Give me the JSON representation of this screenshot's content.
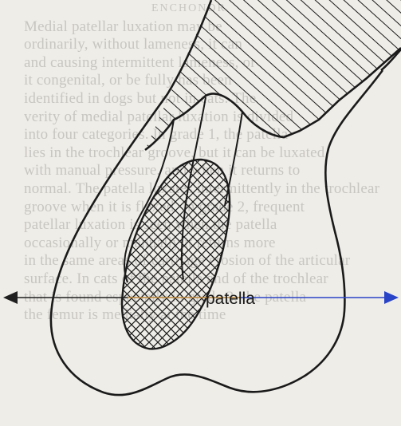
{
  "diagram": {
    "label": "patella",
    "colors": {
      "outline": "#1a1a1a",
      "axis_left": "#1f1f1f",
      "axis_right": "#2a44c8",
      "axis_mid": "#c78a2a",
      "hatch": "#1a1a1a",
      "background": "#efede8"
    }
  },
  "background_text": {
    "lines": [
      "ENCHONDR",
      "Medial patellar luxation may be",
      "ordinarily, without lameness, it can",
      "and causing intermittent lameness, or",
      "it congenital, or be fully has been",
      "identified in dogs but not in cats. The",
      "verity of medial patellar luxation is divided",
      "into four categories. In grade 1, the patella",
      "lies in the trochlear groove, but it can be luxated",
      "with manual pressure, and when it returns to",
      "normal. The patella luxates intermittently in the trochlear",
      "groove when it is flexed. In grade 2, frequent",
      "patellar luxation is seen when the patella",
      "occasionally or manually it returns more",
      "in the same areas of cartilage erosion of the articular",
      "surface. In cats of the patella and of the trochlear",
      "that is found especially in grade 3, the patella",
      "the femur is medially at the time"
    ]
  }
}
